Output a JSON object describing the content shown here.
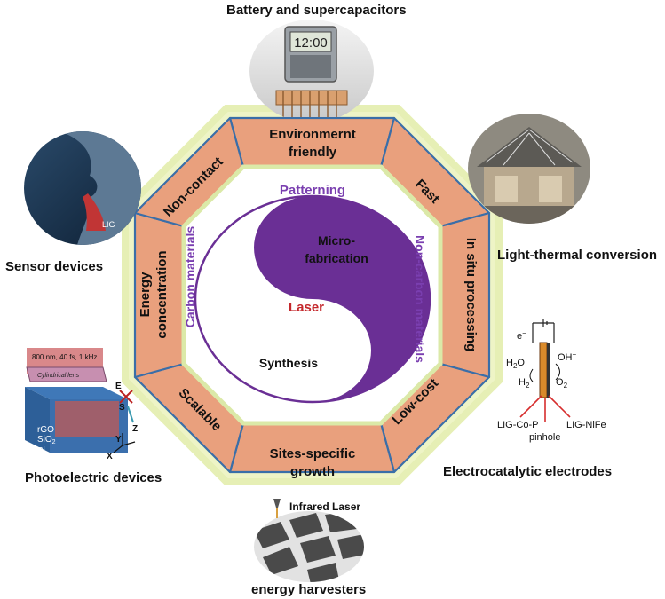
{
  "applications": {
    "top": "Battery and supercapacitors",
    "top_right": "Light-thermal conversion",
    "right": "Electrocatalytic electrodes",
    "bottom": "energy harvesters",
    "bottom_left": "Photoelectric devices",
    "left": "Sensor devices"
  },
  "octagon_segments": {
    "top": [
      "Environmernt",
      "friendly"
    ],
    "top_right": "Fast",
    "right": "In situ processing",
    "bottom_right": "Low-cost",
    "bottom": [
      "Sites-specific",
      "growth"
    ],
    "bottom_left": "Scalable",
    "left": [
      "Energy",
      "concentration"
    ],
    "top_left": "Non-contact"
  },
  "center": {
    "top": "Patterning",
    "left": "Carbon materials",
    "right": "Non-carbon materials",
    "dark_half": [
      "Micro-",
      "fabrication"
    ],
    "middle": "Laser",
    "light_half": "Synthesis"
  },
  "image_labels": {
    "clock": "12:00",
    "sensor": "LIG",
    "photo_laser": "800 nm, 40 fs, 1 kHz",
    "lens": "Cylindrical lens",
    "axis_e": "E",
    "axis_s": "S",
    "layer_rgo": "rGO",
    "layer_sio2": "SiO",
    "subscript_2": "2",
    "layer_si": "Si",
    "axis_y": "Y",
    "axis_z": "Z",
    "axis_x": "X",
    "electron": "e",
    "minus": "−",
    "h2o_prefix": "H",
    "h2o_suffix": "O",
    "oh": "OH",
    "h": "H",
    "o": "O",
    "lig_co_p": "LIG-Co-P",
    "lig_nife": "LIG-NiFe",
    "pinhole": "pinhole",
    "infrared_laser": "Infrared Laser"
  },
  "colors": {
    "segment_fill": "#e8a07c",
    "segment_edge": "#3a6ea8",
    "glow": "#eaf2c0",
    "yinyang": "#6a2f95",
    "laser_text": "#c4282c",
    "purple_text": "#7a3fb0"
  }
}
